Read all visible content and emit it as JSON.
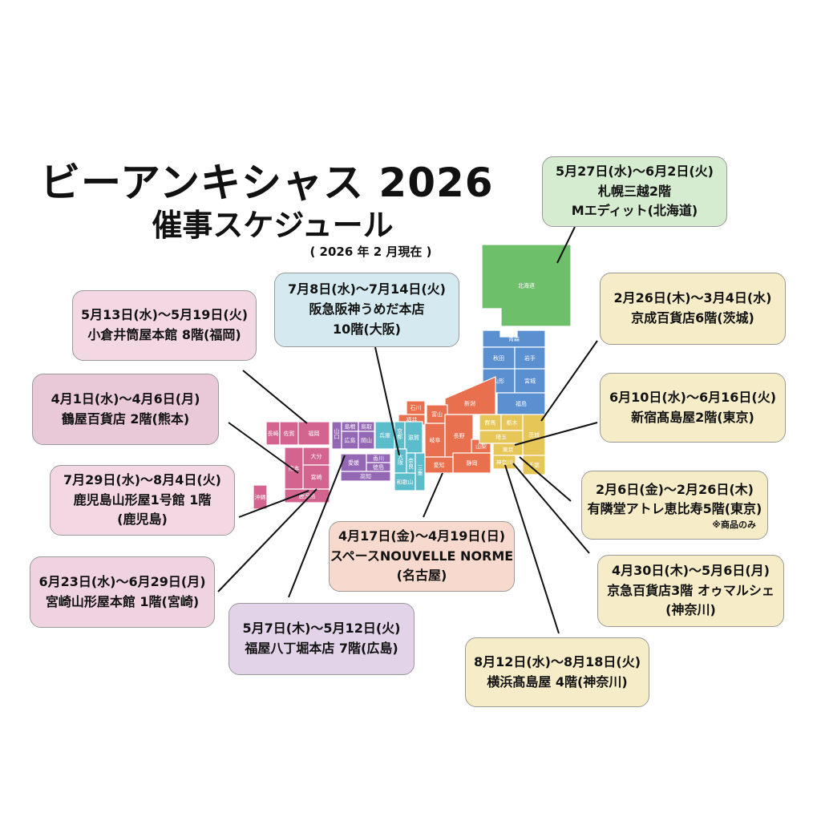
{
  "title": "ビーアンキシャス 2026",
  "subtitle": "催事スケジュール",
  "as_of": "( 2026 年 2 月現在 )",
  "colors": {
    "kyushu": "#d2648f",
    "chugoku_shikoku": "#9467b4",
    "kansai": "#5bbccb",
    "chubu": "#e8704e",
    "kanto": "#e6c657",
    "tohoku": "#5a8fd0",
    "hokkaido": "#6dbf6a"
  },
  "map": {
    "prefectures": [
      {
        "name": "北海道",
        "region": "hokkaido"
      },
      {
        "name": "青森",
        "region": "tohoku"
      },
      {
        "name": "秋田",
        "region": "tohoku"
      },
      {
        "name": "岩手",
        "region": "tohoku"
      },
      {
        "name": "山形",
        "region": "tohoku"
      },
      {
        "name": "宮城",
        "region": "tohoku"
      },
      {
        "name": "福島",
        "region": "tohoku"
      },
      {
        "name": "新潟",
        "region": "chubu"
      },
      {
        "name": "石川",
        "region": "chubu"
      },
      {
        "name": "福井",
        "region": "chubu"
      },
      {
        "name": "富山",
        "region": "chubu"
      },
      {
        "name": "岐阜",
        "region": "chubu"
      },
      {
        "name": "長野",
        "region": "chubu"
      },
      {
        "name": "山梨",
        "region": "chubu"
      },
      {
        "name": "静岡",
        "region": "chubu"
      },
      {
        "name": "愛知",
        "region": "chubu"
      },
      {
        "name": "群馬",
        "region": "kanto"
      },
      {
        "name": "栃木",
        "region": "kanto"
      },
      {
        "name": "茨城",
        "region": "kanto"
      },
      {
        "name": "埼玉",
        "region": "kanto"
      },
      {
        "name": "東京",
        "region": "kanto"
      },
      {
        "name": "神奈川",
        "region": "kanto"
      },
      {
        "name": "千葉",
        "region": "kanto"
      },
      {
        "name": "兵庫",
        "region": "kansai"
      },
      {
        "name": "京都",
        "region": "kansai"
      },
      {
        "name": "滋賀",
        "region": "kansai"
      },
      {
        "name": "大阪",
        "region": "kansai"
      },
      {
        "name": "奈良",
        "region": "kansai"
      },
      {
        "name": "三重",
        "region": "kansai"
      },
      {
        "name": "和歌山",
        "region": "kansai"
      },
      {
        "name": "山口",
        "region": "chugoku_shikoku"
      },
      {
        "name": "島根",
        "region": "chugoku_shikoku"
      },
      {
        "name": "鳥取",
        "region": "chugoku_shikoku"
      },
      {
        "name": "広島",
        "region": "chugoku_shikoku"
      },
      {
        "name": "岡山",
        "region": "chugoku_shikoku"
      },
      {
        "name": "愛媛",
        "region": "chugoku_shikoku"
      },
      {
        "name": "香川",
        "region": "chugoku_shikoku"
      },
      {
        "name": "徳島",
        "region": "chugoku_shikoku"
      },
      {
        "name": "高知",
        "region": "chugoku_shikoku"
      },
      {
        "name": "長崎",
        "region": "kyushu"
      },
      {
        "name": "佐賀",
        "region": "kyushu"
      },
      {
        "name": "福岡",
        "region": "kyushu"
      },
      {
        "name": "熊本",
        "region": "kyushu"
      },
      {
        "name": "大分",
        "region": "kyushu"
      },
      {
        "name": "宮崎",
        "region": "kyushu"
      },
      {
        "name": "鹿児島",
        "region": "kyushu"
      },
      {
        "name": "沖縄",
        "region": "kyushu"
      }
    ]
  },
  "events": [
    {
      "lines": [
        "5月27日(水)〜6月2日(火)",
        "札幌三越2階",
        "Mエディット(北海道)"
      ],
      "bg": "#d6ecd1"
    },
    {
      "lines": [
        "7月8日(水)〜7月14日(火)",
        "阪急阪神うめだ本店",
        "10階(大阪)"
      ],
      "bg": "#d5eaf0"
    },
    {
      "lines": [
        "5月13日(水)〜5月19日(火)",
        "小倉井筒屋本館 8階(福岡)"
      ],
      "bg": "#f3d8e4"
    },
    {
      "lines": [
        "4月1日(水)〜4月6日(月)",
        "鶴屋百貨店 2階(熊本)"
      ],
      "bg": "#e9c8d8"
    },
    {
      "lines": [
        "7月29日(水)〜8月4日(火)",
        "鹿児島山形屋1号館 1階",
        "(鹿児島)"
      ],
      "bg": "#f3d8e4"
    },
    {
      "lines": [
        "6月23日(水)〜6月29日(月)",
        "宮崎山形屋本館 1階(宮崎)"
      ],
      "bg": "#f0d3e0"
    },
    {
      "lines": [
        "5月7日(木)〜5月12日(火)",
        "福屋八丁堀本店 7階(広島)"
      ],
      "bg": "#e2d3e9"
    },
    {
      "lines": [
        "4月17日(金)〜4月19日(日)",
        "スペースNOUVELLE NORME",
        "(名古屋)"
      ],
      "bg": "#f7dacd"
    },
    {
      "lines": [
        "8月12日(水)〜8月18日(火)",
        "横浜髙島屋 4階(神奈川)"
      ],
      "bg": "#f6edc8"
    },
    {
      "lines": [
        "4月30日(木)〜5月6日(月)",
        "京急百貨店3階 オゥマルシェ",
        "(神奈川)"
      ],
      "bg": "#f6edc8"
    },
    {
      "lines": [
        "2月6日(金)〜2月26日(木)",
        "有隣堂アトレ恵比寿5階(東京)"
      ],
      "note": "※商品のみ",
      "bg": "#f6edc8"
    },
    {
      "lines": [
        "6月10日(水)〜6月16日(火)",
        "新宿髙島屋2階(東京)"
      ],
      "bg": "#f6edc8"
    },
    {
      "lines": [
        "2月26日(木)〜3月4日(水)",
        "京成百貨店6階(茨城)"
      ],
      "bg": "#f6edc8"
    }
  ]
}
